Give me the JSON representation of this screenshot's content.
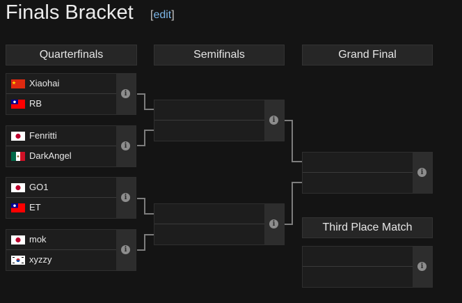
{
  "page": {
    "title": "Finals Bracket",
    "edit_open": "[",
    "edit_label": "edit",
    "edit_close": "]"
  },
  "rounds": {
    "quarterfinals": "Quarterfinals",
    "semifinals": "Semifinals",
    "grand_final": "Grand Final",
    "third_place": "Third Place Match"
  },
  "quarterfinals": [
    {
      "top": {
        "name": "Xiaohai",
        "flag": "china-flag"
      },
      "bottom": {
        "name": "RB",
        "flag": "taiwan-flag"
      }
    },
    {
      "top": {
        "name": "Fenritti",
        "flag": "japan-flag"
      },
      "bottom": {
        "name": "DarkAngel",
        "flag": "mexico-flag"
      }
    },
    {
      "top": {
        "name": "GO1",
        "flag": "japan-flag"
      },
      "bottom": {
        "name": "ET",
        "flag": "taiwan-flag"
      }
    },
    {
      "top": {
        "name": "mok",
        "flag": "japan-flag"
      },
      "bottom": {
        "name": "xyzzy",
        "flag": "south-korea-flag"
      }
    }
  ],
  "info_icon_glyph": "i",
  "colors": {
    "background": "#141414",
    "header_bg": "#262626",
    "slot_bg": "#1d1d1d",
    "info_bg": "#2d2d2d",
    "connector": "#7d7d7d",
    "link": "#7cb6e8"
  }
}
